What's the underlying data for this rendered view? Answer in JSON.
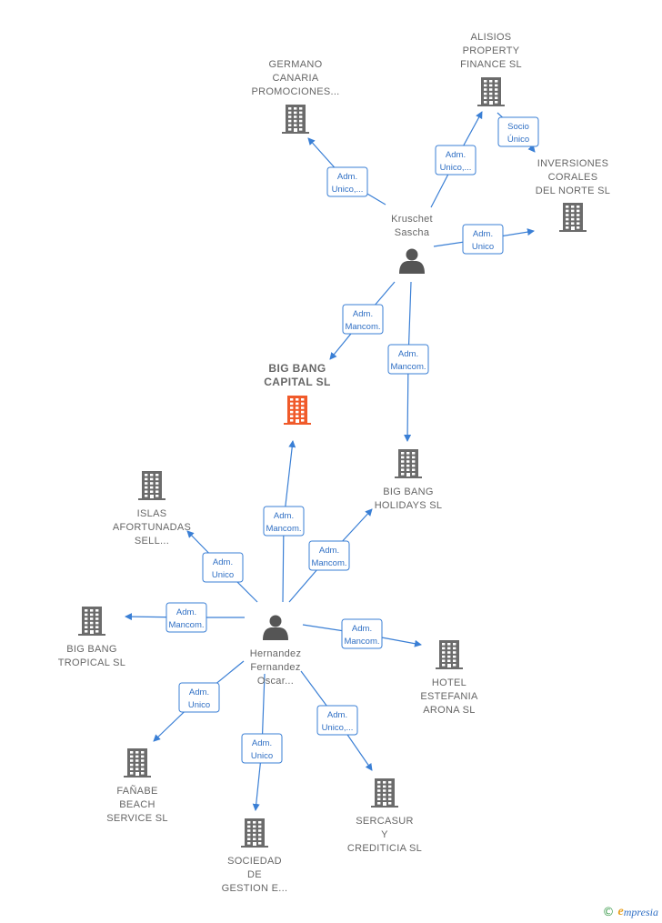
{
  "nodes": [
    {
      "id": "germano",
      "type": "company",
      "label": [
        "GERMANO",
        "CANARIA",
        "PROMOCIONES..."
      ]
    },
    {
      "id": "alisios",
      "type": "company",
      "label": [
        "ALISIOS",
        "PROPERTY",
        "FINANCE SL"
      ]
    },
    {
      "id": "inversiones",
      "type": "company",
      "label": [
        "INVERSIONES",
        "CORALES",
        "DEL NORTE SL"
      ]
    },
    {
      "id": "kruschet",
      "type": "person",
      "label": [
        "Kruschet",
        "Sascha"
      ]
    },
    {
      "id": "bigbang_capital",
      "type": "company",
      "main": true,
      "label": [
        "BIG BANG",
        "CAPITAL SL"
      ]
    },
    {
      "id": "bigbang_holidays",
      "type": "company",
      "label": [
        "BIG BANG",
        "HOLIDAYS SL"
      ]
    },
    {
      "id": "islas",
      "type": "company",
      "label": [
        "ISLAS",
        "AFORTUNADAS",
        "SELL..."
      ]
    },
    {
      "id": "bigbang_tropical",
      "type": "company",
      "label": [
        "BIG BANG",
        "TROPICAL SL"
      ]
    },
    {
      "id": "hernandez",
      "type": "person",
      "label": [
        "Hernandez",
        "Fernandez",
        "Oscar..."
      ]
    },
    {
      "id": "hotel",
      "type": "company",
      "label": [
        "HOTEL",
        "ESTEFANIA",
        "ARONA SL"
      ]
    },
    {
      "id": "fanabe",
      "type": "company",
      "label": [
        "FAÑABE",
        "BEACH",
        "SERVICE SL"
      ]
    },
    {
      "id": "sociedad",
      "type": "company",
      "label": [
        "SOCIEDAD",
        "DE",
        "GESTION E..."
      ]
    },
    {
      "id": "sercasur",
      "type": "company",
      "label": [
        "SERCASUR",
        "Y",
        "CREDITICIA SL"
      ]
    }
  ],
  "edges": [
    {
      "from": "kruschet",
      "to": "germano",
      "label": [
        "Adm.",
        "Unico,..."
      ]
    },
    {
      "from": "kruschet",
      "to": "alisios",
      "label": [
        "Adm.",
        "Unico,..."
      ]
    },
    {
      "from": "alisios",
      "to": "inversiones",
      "label": [
        "Socio",
        "Único"
      ]
    },
    {
      "from": "kruschet",
      "to": "inversiones",
      "label": [
        "Adm.",
        "Unico"
      ]
    },
    {
      "from": "kruschet",
      "to": "bigbang_capital",
      "label": [
        "Adm.",
        "Mancom."
      ]
    },
    {
      "from": "kruschet",
      "to": "bigbang_holidays",
      "label": [
        "Adm.",
        "Mancom."
      ]
    },
    {
      "from": "hernandez",
      "to": "bigbang_capital",
      "label": [
        "Adm.",
        "Mancom."
      ]
    },
    {
      "from": "hernandez",
      "to": "bigbang_holidays",
      "label": [
        "Adm.",
        "Mancom."
      ]
    },
    {
      "from": "hernandez",
      "to": "islas",
      "label": [
        "Adm.",
        "Unico"
      ]
    },
    {
      "from": "hernandez",
      "to": "bigbang_tropical",
      "label": [
        "Adm.",
        "Mancom."
      ]
    },
    {
      "from": "hernandez",
      "to": "hotel",
      "label": [
        "Adm.",
        "Mancom."
      ]
    },
    {
      "from": "hernandez",
      "to": "fanabe",
      "label": [
        "Adm.",
        "Unico"
      ]
    },
    {
      "from": "hernandez",
      "to": "sociedad",
      "label": [
        "Adm.",
        "Unico"
      ]
    },
    {
      "from": "hernandez",
      "to": "sercasur",
      "label": [
        "Adm.",
        "Unico,..."
      ]
    }
  ],
  "footer": {
    "copyright": "©",
    "brand_initial": "e",
    "brand_rest": "mpresia"
  },
  "colors": {
    "edge": "#3a7fd5",
    "company": "#6b6b6b",
    "main_company": "#f05a2a",
    "person": "#555555"
  }
}
